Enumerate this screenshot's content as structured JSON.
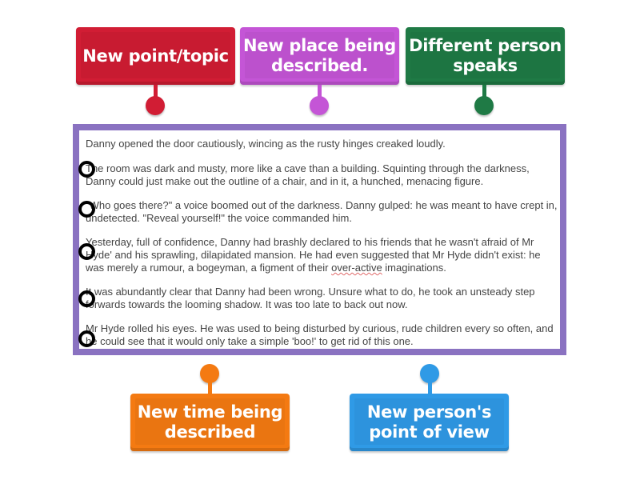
{
  "labels": {
    "top": [
      {
        "text": "New point/topic",
        "color": "#d11d34"
      },
      {
        "text": "New place being described.",
        "color": "#c455d6"
      },
      {
        "text": "Different person speaks",
        "color": "#1f7a45"
      }
    ],
    "bottom": [
      {
        "text": "New time being described",
        "color": "#f47a12"
      },
      {
        "text": "New person's point of view",
        "color": "#2f9ae6"
      }
    ]
  },
  "passage": {
    "p1": "Danny opened the door cautiously, wincing as the rusty hinges creaked loudly.",
    "p2": "The room was dark and musty, more like a cave than a building.  Squinting through the darkness, Danny could just make out the outline of a chair, and in it, a hunched, menacing figure.",
    "p3": "\"Who goes there?\" a voice boomed out of the darkness.  Danny gulped: he was meant to have crept in, undetected.  \"Reveal yourself!\" the voice commanded him.",
    "p4_a": "Yesterday, full of confidence, Danny had brashly declared to his friends that he wasn't afraid of Mr Hyde' and his sprawling, dilapidated mansion. He had even suggested that Mr Hyde didn't exist: he was merely a rumour, a bogeyman, a figment of their ",
    "p4_b": "over-active",
    "p4_c": " imaginations.",
    "p5": "It was abundantly clear that Danny had been wrong. Unsure what to do, he took an unsteady step forwards towards the looming shadow.  It was too late to back out now.",
    "p6": "Mr Hyde rolled his eyes.  He was used to being disturbed by curious, rude children every so often, and he could see that it would only take a simple 'boo!' to get rid of this one."
  }
}
